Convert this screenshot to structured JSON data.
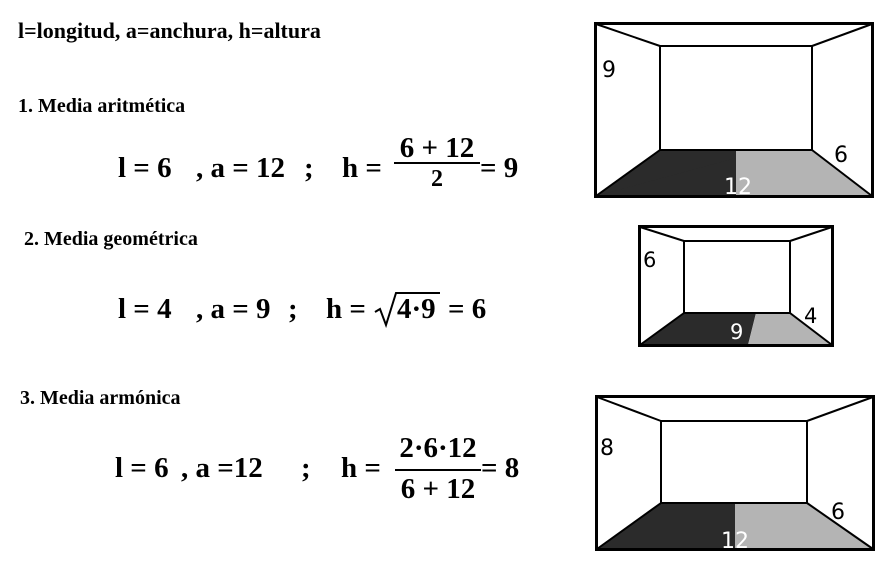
{
  "legend": "l=longitud, a=anchura, h=altura",
  "sections": [
    {
      "heading": "1. Media aritmética",
      "l_part": "l = 6",
      "a_part": ", a = 12",
      "sep": ";",
      "h_label": "h =",
      "frac_num": "6 + 12",
      "frac_den": "2",
      "result": "= 9",
      "room": {
        "height_label": "9",
        "length_label": "12",
        "width_label": "6"
      }
    },
    {
      "heading": "2. Media geométrica",
      "l_part": "l = 4",
      "a_part": ", a = 9",
      "sep": ";",
      "h_label": "h =",
      "radicand": "4·9",
      "result": "= 6",
      "room": {
        "height_label": "6",
        "length_label": "9",
        "width_label": "4"
      }
    },
    {
      "heading": "3. Media armónica",
      "l_part": "l = 6",
      "a_part": ",  a =12",
      "sep": ";",
      "h_label": "h =",
      "frac_num": "2·6·12",
      "frac_den": "6 + 12",
      "result": "= 8",
      "room": {
        "height_label": "8",
        "length_label": "12",
        "width_label": "6"
      }
    }
  ],
  "colors": {
    "dark_floor": "#2b2b2b",
    "light_floor": "#b4b4b4",
    "line": "#000000"
  }
}
